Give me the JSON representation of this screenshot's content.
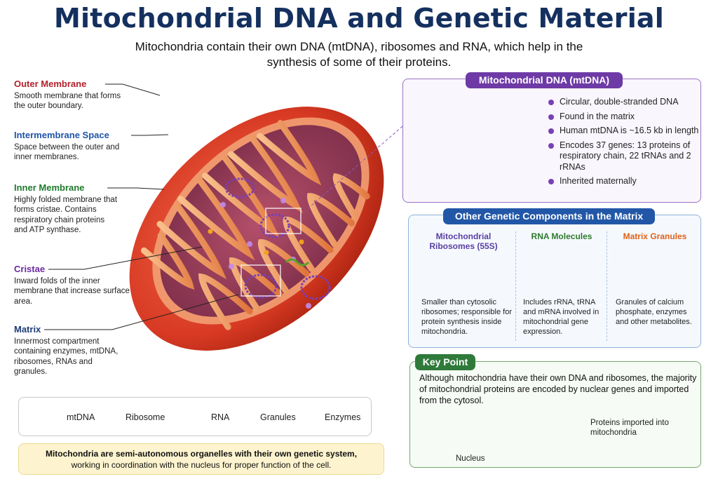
{
  "title": "Mitochondrial DNA and Genetic Material",
  "subtitle": "Mitochondria contain their own DNA (mtDNA), ribosomes and RNA, which help in the synthesis of some of their proteins.",
  "left_labels": [
    {
      "heading": "Outer Membrane",
      "text": "Smooth membrane that forms the outer boundary."
    },
    {
      "heading": "Intermembrane Space",
      "text": "Space between the outer and inner membranes."
    },
    {
      "heading": "Inner Membrane",
      "text": "Highly folded membrane that forms cristae. Contains respiratory chain proteins and ATP synthase."
    },
    {
      "heading": "Cristae",
      "text": "Inward folds of the inner membrane that increase surface area."
    },
    {
      "heading": "Matrix",
      "text": "Innermost compartment containing enzymes, mtDNA, ribosomes, RNAs and granules."
    }
  ],
  "mtdna_box": {
    "heading": "Mitochondrial DNA (mtDNA)",
    "items": [
      "Circular, double-stranded DNA",
      "Found in the matrix",
      "Human mtDNA is ~16.5 kb in length",
      "Encodes 37 genes: 13 proteins of respiratory chain, 22 tRNAs and 2 rRNAs",
      "Inherited maternally"
    ]
  },
  "other_box": {
    "heading": "Other Genetic Components in the Matrix",
    "columns": [
      {
        "heading": "Mitochondrial Ribosomes (55S)",
        "text": "Smaller than cytosolic ribosomes; responsible for protein synthesis inside mitochondria.",
        "color": "#5b3fa3"
      },
      {
        "heading": "RNA Molecules",
        "text": "Includes rRNA, tRNA and mRNA involved in mitochondrial gene expression.",
        "color": "#2f7a2c"
      },
      {
        "heading": "Matrix Granules",
        "text": "Granules of calcium phosphate, enzymes and other metabolites.",
        "color": "#e0611a"
      }
    ]
  },
  "key_point": {
    "heading": "Key Point",
    "text": "Although mitochondria have their own DNA and ribosomes, the majority of mitochondrial proteins are encoded by nuclear genes and imported from the cytosol.",
    "nucleus_label": "Nucleus",
    "import_label": "Proteins imported into mitochondria"
  },
  "legend": [
    {
      "label": "mtDNA",
      "icon": "mtdna-ring-icon"
    },
    {
      "label": "Ribosome",
      "icon": "ribosome-icon"
    },
    {
      "label": "RNA",
      "icon": "rna-squiggle-icon"
    },
    {
      "label": "Granules",
      "icon": "granule-dot-icon"
    },
    {
      "label": "Enzymes",
      "icon": "enzyme-dot-icon"
    }
  ],
  "bottom_note": {
    "bold": "Mitochondria are semi-autonomous organelles with their own genetic system,",
    "rest": "working in coordination with the nucleus for proper function of the cell."
  },
  "colors": {
    "title": "#14305f",
    "outer_membrane": "#d63a26",
    "matrix": "#8a3a5c",
    "mtdna": "#7a3fb5",
    "granule": "#f2a21c",
    "enzyme": "#3b5fc4"
  }
}
